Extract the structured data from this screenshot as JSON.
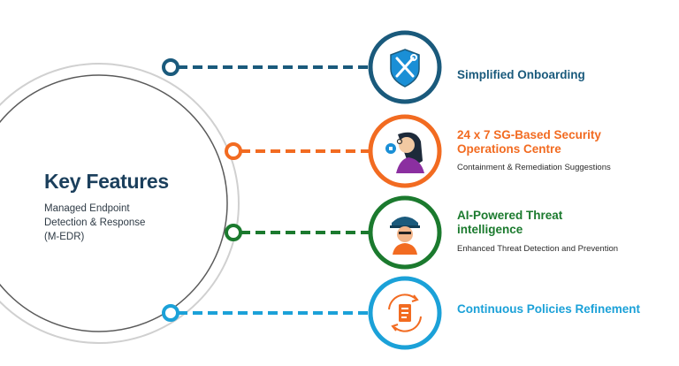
{
  "key_features": {
    "title": "Key Features",
    "subtitle_lines": [
      "Managed Endpoint",
      "Detection & Response",
      "(M-EDR)"
    ]
  },
  "features": [
    {
      "title_lines": [
        "Simplified Onboarding"
      ],
      "subtitle": "",
      "color": "#1a5a7c",
      "icon": "shield-tools-icon"
    },
    {
      "title_lines": [
        "24 x 7 SG-Based Security",
        "Operations Centre"
      ],
      "subtitle": "Containment & Remediation Suggestions",
      "color": "#f26b21",
      "icon": "analyst-icon"
    },
    {
      "title_lines": [
        "AI-Powered Threat",
        "intelligence"
      ],
      "subtitle": "Enhanced Threat Detection and Prevention",
      "color": "#1b7a2e",
      "icon": "guard-icon"
    },
    {
      "title_lines": [
        "Continuous Policies Refinement"
      ],
      "subtitle": "",
      "color": "#1ba1d8",
      "icon": "refresh-document-icon"
    }
  ]
}
